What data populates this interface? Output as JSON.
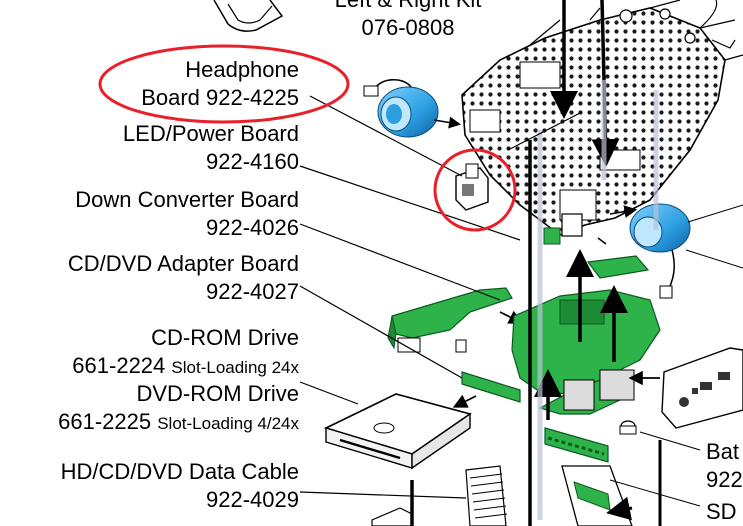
{
  "top_label": {
    "line1": "Left & Right Kit",
    "line2": "076-0808"
  },
  "labels": [
    {
      "name": "headphone-board",
      "line1": "Headphone",
      "line2": "Board 922-4225",
      "highlighted": true
    },
    {
      "name": "led-power-board",
      "line1": "LED/Power Board",
      "line2": "922-4160"
    },
    {
      "name": "down-converter-board",
      "line1": "Down Converter Board",
      "line2": "922-4026"
    },
    {
      "name": "cd-dvd-adapter-board",
      "line1": "CD/DVD Adapter Board",
      "line2": "922-4027"
    },
    {
      "name": "cd-rom-drive",
      "line1": "CD-ROM Drive",
      "line2_part": "661-2224",
      "line2_note": "Slot-Loading 24x"
    },
    {
      "name": "dvd-rom-drive",
      "line1": "DVD-ROM Drive",
      "line2_part": "661-2225",
      "line2_note": "Slot-Loading 4/24x"
    },
    {
      "name": "hd-cd-dvd-data-cable",
      "line1": "HD/CD/DVD Data Cable",
      "line2": "922-4029"
    }
  ],
  "right_edge": {
    "bat1": "Bat",
    "bat2": "922",
    "sd": "SD"
  },
  "colors": {
    "board_green": "#2db34a",
    "highlight_red": "#e8202a",
    "speaker_blue": "#2b9fe0",
    "line": "#000000"
  }
}
